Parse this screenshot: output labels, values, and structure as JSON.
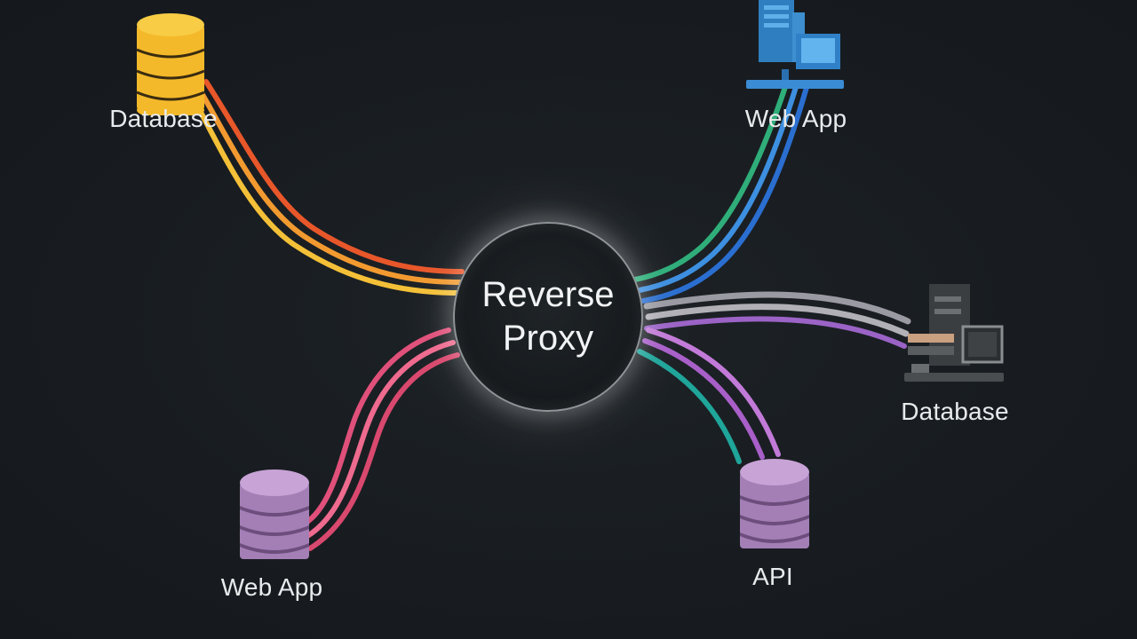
{
  "center": {
    "label_line1": "Reverse",
    "label_line2": "Proxy"
  },
  "nodes": {
    "top_left": {
      "label": "Database",
      "icon": "database-icon",
      "color": "#f5c02a"
    },
    "top_right": {
      "label": "Web App",
      "icon": "monitor-icon",
      "color": "#3f93d6"
    },
    "right": {
      "label": "Database",
      "icon": "computer-workstation-icon",
      "color": "#b9b9b9"
    },
    "bottom_left": {
      "label": "Web App",
      "icon": "database-icon",
      "color": "#c39ad2"
    },
    "bottom_right": {
      "label": "API",
      "icon": "database-icon",
      "color": "#c39ad2"
    }
  },
  "connection_colors": {
    "top_left": [
      "#f4c038",
      "#f29a30",
      "#e8572a"
    ],
    "top_right": [
      "#2fae7a",
      "#3d8fe0",
      "#2a6ed0"
    ],
    "right": [
      "#9a9aa2",
      "#b0b0b6",
      "#9b63c6"
    ],
    "bottom_left": [
      "#e0507a",
      "#ee6a8e",
      "#d9486e"
    ],
    "bottom_right": [
      "#1fa59a",
      "#a85fc8",
      "#c27ad8"
    ]
  }
}
